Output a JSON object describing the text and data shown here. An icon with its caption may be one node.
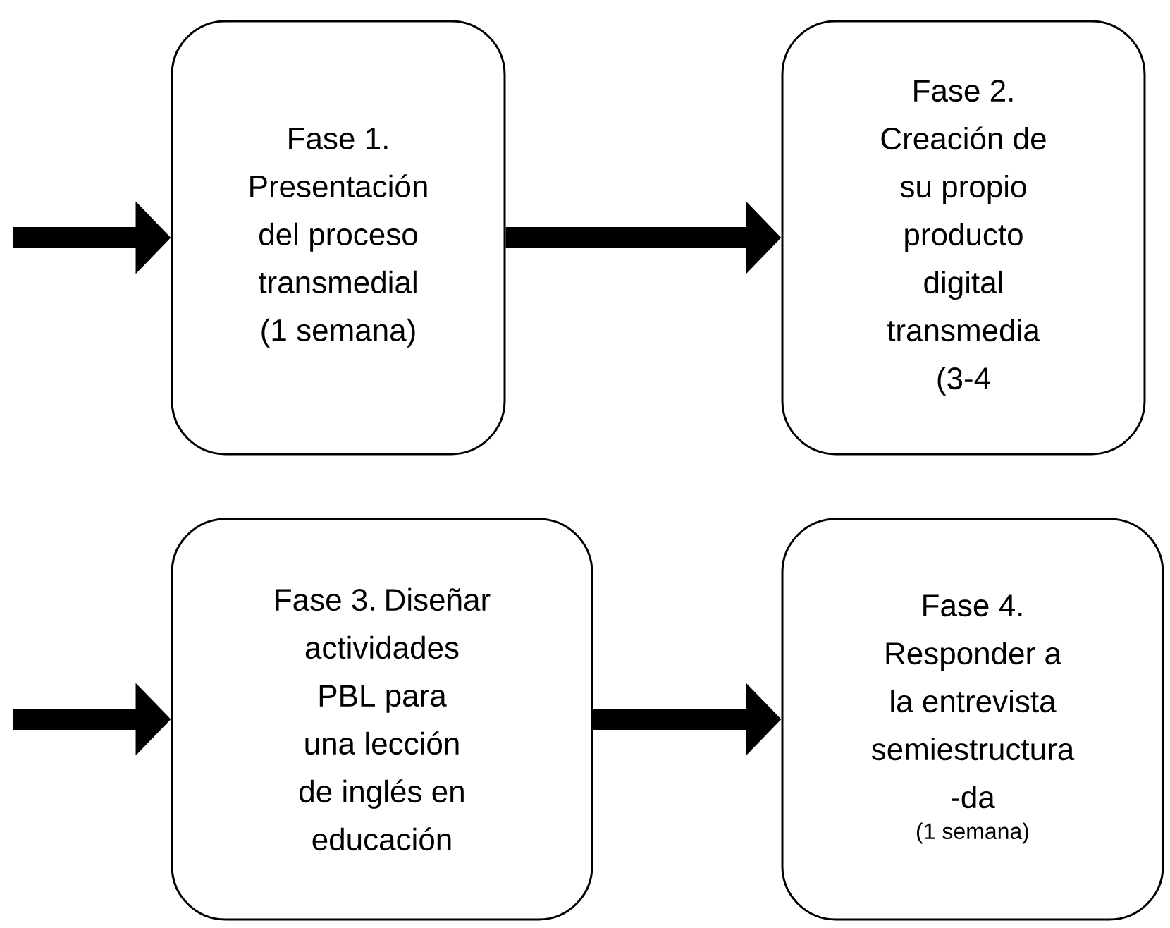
{
  "diagram": {
    "nodes": [
      {
        "text": [
          "Fase 1. Presentación del proceso transmedial (1 semana)"
        ]
      },
      {
        "text": [
          "Fase 2. Creación de su propio producto digital transmedia (3-4"
        ]
      },
      {
        "text": [
          "Fase 3. Diseñar actividades PBL para una lección de inglés en educación"
        ]
      },
      {
        "text": [
          "Fase 4. Responder a la entrevista semiestructura -da",
          "(1 semana)"
        ]
      }
    ],
    "edges": [
      {
        "from": null,
        "to": 0,
        "arrow": "to"
      },
      {
        "from": 0,
        "to": 1,
        "arrow": "to"
      },
      {
        "from": null,
        "to": 2,
        "arrow": "to"
      },
      {
        "from": 2,
        "to": 3,
        "arrow": "to"
      }
    ]
  }
}
